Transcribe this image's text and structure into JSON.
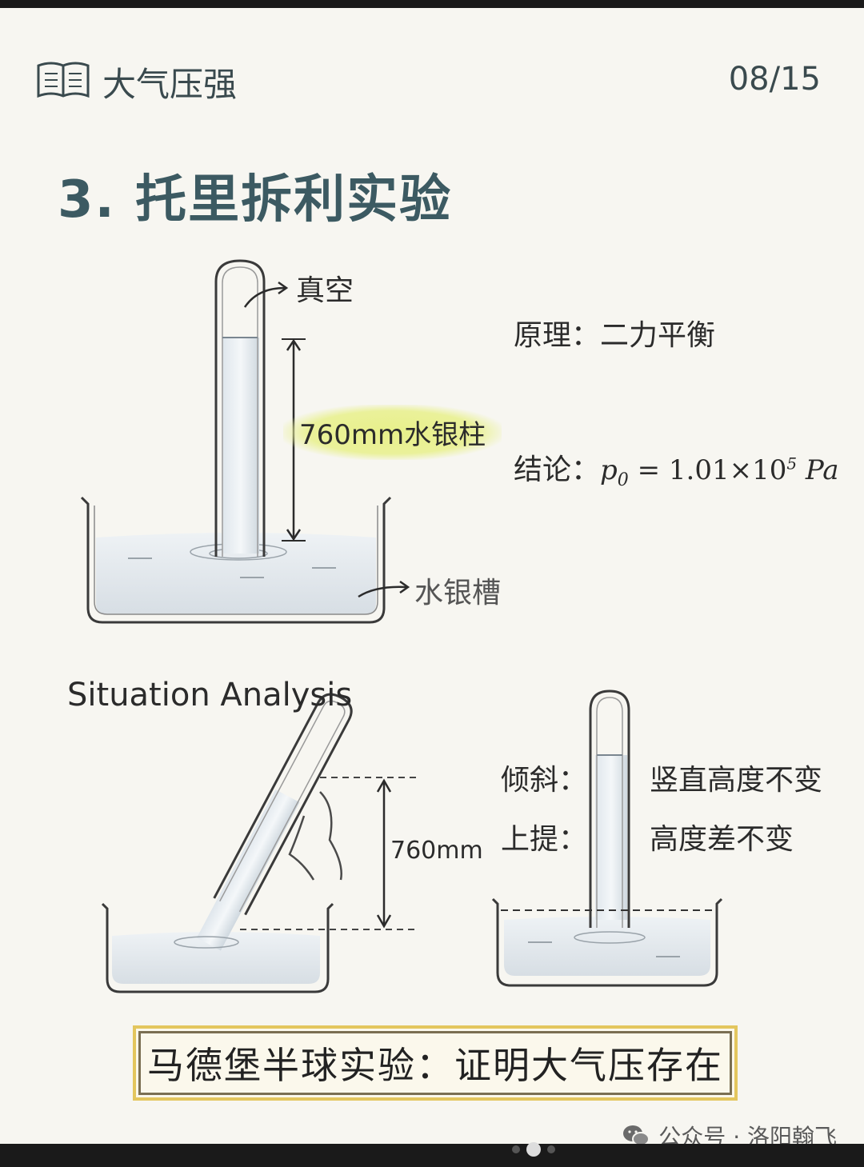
{
  "header": {
    "title": "大气压强",
    "page_counter": "08/15"
  },
  "section": {
    "title": "3. 托里拆利实验"
  },
  "diagram1": {
    "vacuum_label": "真空",
    "column_label": "760mm水银柱",
    "trough_label": "水银槽"
  },
  "principle": {
    "label": "原理：",
    "value": "二力平衡"
  },
  "conclusion_line": {
    "label": "结论：",
    "symbol": "p",
    "subscript": "0",
    "equals": " = 1.01×10",
    "exponent": "5",
    "unit": " Pa"
  },
  "situation": {
    "heading": "Situation Analysis",
    "height_label": "760mm",
    "tilt_label": "倾斜：",
    "tilt_value": "竖直高度不变",
    "lift_label": "上提：",
    "lift_value": "高度差不变"
  },
  "footer": {
    "conclusion": "马德堡半球实验：证明大气压存在",
    "watermark": "公众号 · 洛阳翰飞"
  },
  "colors": {
    "title": "#3c5a62",
    "highlight": "#e8f08a",
    "box_border": "#e3c65e"
  }
}
